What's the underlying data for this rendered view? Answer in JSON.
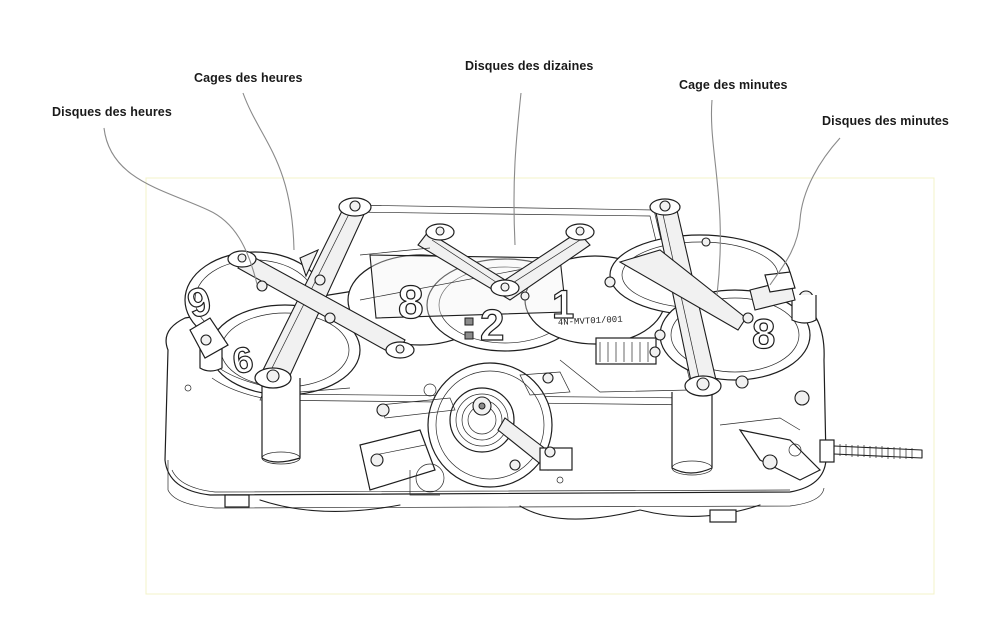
{
  "diagram": {
    "labels": {
      "disques_heures": "Disques des heures",
      "cages_heures": "Cages des heures",
      "disques_dizaines": "Disques des dizaines",
      "cage_minutes": "Cage des minutes",
      "disques_minutes": "Disques des minutes"
    },
    "engraving": "4N-MVT01/001",
    "disc_digits": {
      "hours_left": "9",
      "hours_left_lower": "6",
      "tens_center_a": "8",
      "tens_center_b": "2",
      "tens_center_c": "1",
      "minutes_right": "8"
    },
    "colors": {
      "line": "#1e1e1e",
      "leader": "#8a8a8a",
      "frame": "#f3f3c8"
    }
  }
}
